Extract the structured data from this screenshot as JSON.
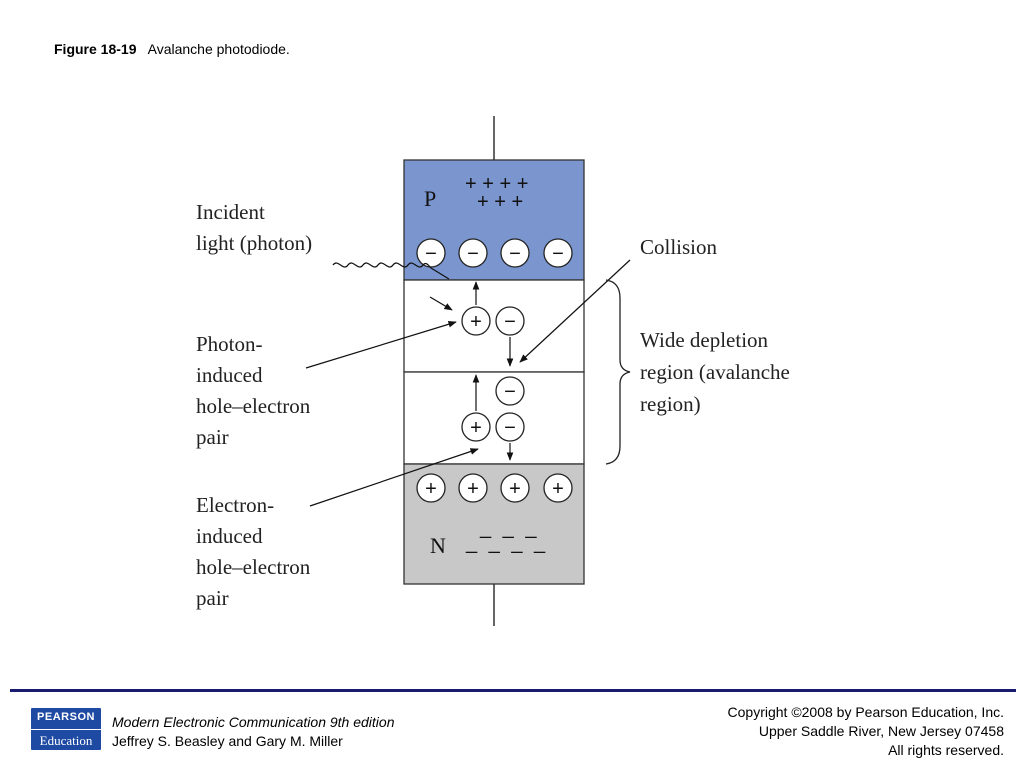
{
  "figure": {
    "number": "Figure 18-19",
    "caption": "Avalanche photodiode."
  },
  "diagram": {
    "p_region": {
      "letter": "P",
      "color": "#7b96cf",
      "plus_row_1": "+ + + +",
      "plus_row_2": "+ + +",
      "ion_symbol": "−",
      "ion_count": 4
    },
    "n_region": {
      "letter": "N",
      "color": "#c8c8c8",
      "minus_row_1": "_ _ _",
      "minus_row_2": "_ _ _ _",
      "ion_symbol": "+",
      "ion_count": 4
    },
    "carriers": {
      "hole_symbol": "+",
      "electron_symbol": "−"
    },
    "labels": {
      "incident": [
        "Incident",
        "light (photon)"
      ],
      "collision": "Collision",
      "photon_pair": [
        "Photon-",
        "induced",
        "hole–electron",
        "pair"
      ],
      "electron_pair": [
        "Electron-",
        "induced",
        "hole–electron",
        "pair"
      ],
      "depletion": [
        "Wide depletion",
        "region (avalanche",
        "region)"
      ]
    }
  },
  "footer": {
    "logo_top": "PEARSON",
    "logo_bottom": "Education",
    "logo_color": "#1f4aa3",
    "book_title": "Modern Electronic Communication 9th edition",
    "authors": "Jeffrey S. Beasley and Gary M. Miller",
    "copyright": "Copyright ©2008 by Pearson Education, Inc.",
    "address": "Upper Saddle River, New Jersey 07458",
    "rights": "All rights reserved."
  }
}
